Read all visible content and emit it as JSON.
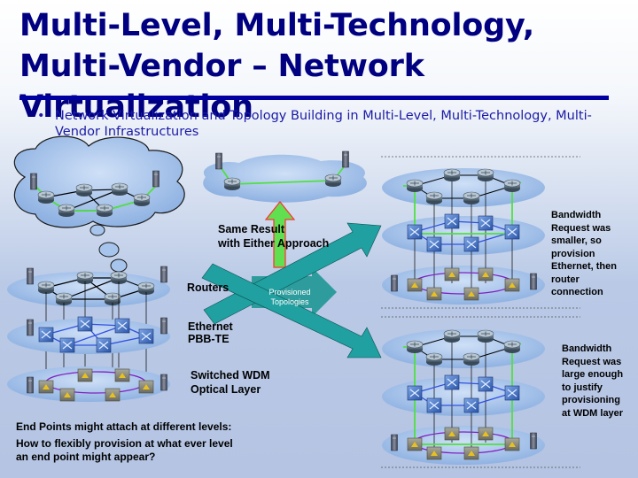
{
  "slide": {
    "title": "Multi-Level, Multi-Technology, Multi-Vendor – Network Virtualization",
    "bullet_marker": "•",
    "bullet": "Network Virtualization and Topology Building in Multi-Level, Multi-Technology, Multi-Vendor Infrastructures"
  },
  "labels": {
    "same_result_line1": "Same Result",
    "same_result_line2": "with Either Approach",
    "routers": "Routers",
    "ethernet_line1": "Ethernet",
    "ethernet_line2": "PBB-TE",
    "wdm_line1": "Switched WDM",
    "wdm_line2": "Optical Layer",
    "provisioned_line1": "Provisioned",
    "provisioned_line2": "Topologies",
    "endpoints": "End Points might attach at different levels:",
    "question_line1": "How to flexibly provision at what ever level",
    "question_line2": "an end point might appear?",
    "note_top": [
      "Bandwidth",
      "Request was",
      "smaller, so",
      "provision",
      "Ethernet, then",
      "router",
      "connection"
    ],
    "note_bottom": [
      "Bandwidth",
      "Request was",
      "large enough",
      "to justify",
      "provisioning",
      "at WDM layer"
    ]
  },
  "colors": {
    "title": "#000080",
    "rule": "#0000a0",
    "bullet": "#1a1aa6",
    "cloud": "#a6c4ec",
    "router": "#5a6f80",
    "ethernet_switch": "#4a78c8",
    "wdm_node": "#8a8a80",
    "green_path": "#50e040",
    "blue_path": "#3050e0",
    "purple_ring": "#8020c0",
    "teal_arrow": "#20a0a0",
    "box_fill": "#2e9c9c"
  }
}
